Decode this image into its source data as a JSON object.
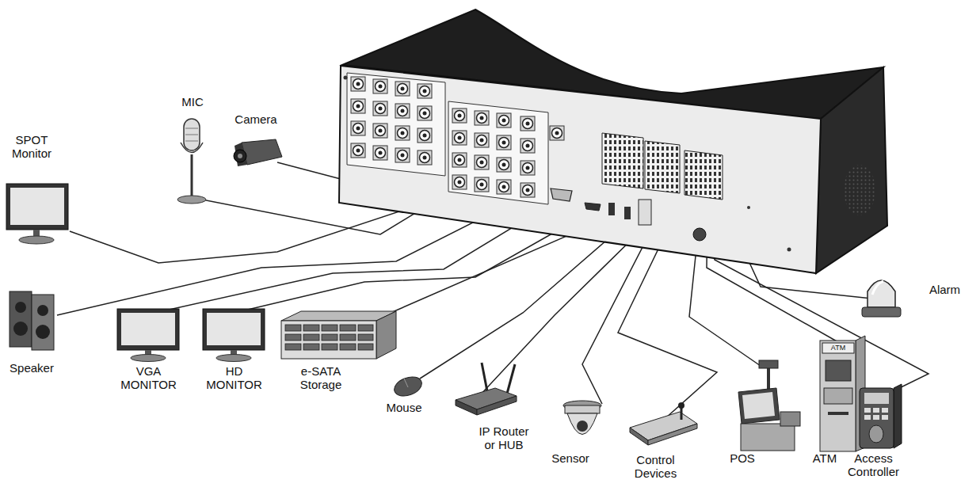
{
  "diagram": {
    "labels": [
      "MIC",
      "Camera",
      "SPOT Monitor",
      "Alarm",
      "ATM",
      "Speaker",
      "VGA MONITOR",
      "HD MONITOR",
      "e-SATA Storage",
      "Mouse",
      "IP Router or HUB",
      "Sensor",
      "Control Devices",
      "POS",
      "ATM",
      "Access Controller"
    ]
  }
}
